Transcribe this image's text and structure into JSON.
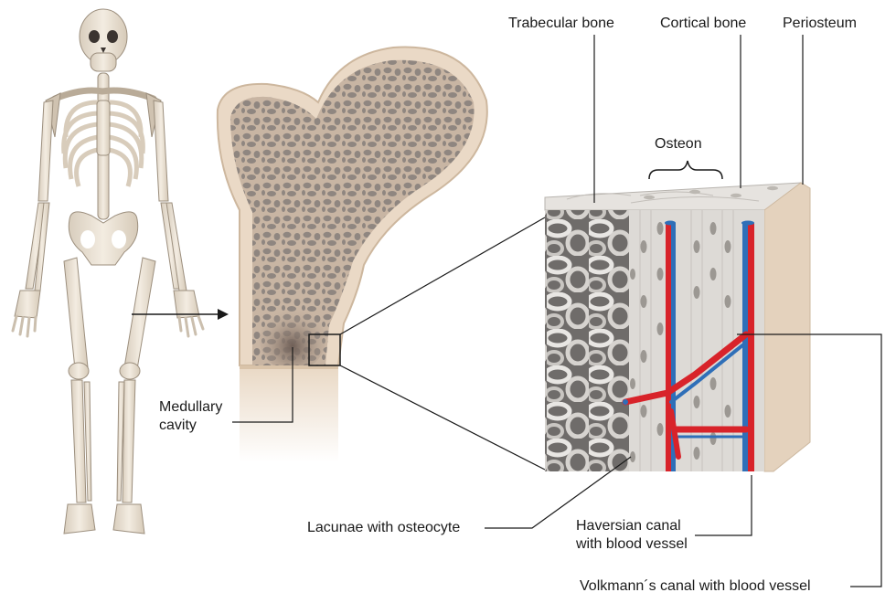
{
  "diagram": {
    "labels": {
      "trabecular_bone": "Trabecular bone",
      "cortical_bone": "Cortical bone",
      "periosteum": "Periosteum",
      "osteon": "Osteon",
      "medullary_cavity": "Medullary\ncavity",
      "lacunae": "Lacunae with osteocyte",
      "haversian_canal": "Haversian canal\nwith blood vessel",
      "volkmann_canal": "Volkmann´s canal with blood vessel"
    },
    "colors": {
      "bone_light": "#ece3d6",
      "bone_mid": "#e0cbb4",
      "bone_shadow": "#c9b39a",
      "spongy_pore": "#8f8680",
      "spongy_fill": "#c8b5a3",
      "marrow": "#7d6b62",
      "block_grey": "#d9d6d2",
      "block_dark": "#9a9794",
      "block_side": "#e4d2bd",
      "artery": "#d8232a",
      "vein": "#2f6fb8",
      "leader": "#1a1a1a"
    }
  }
}
